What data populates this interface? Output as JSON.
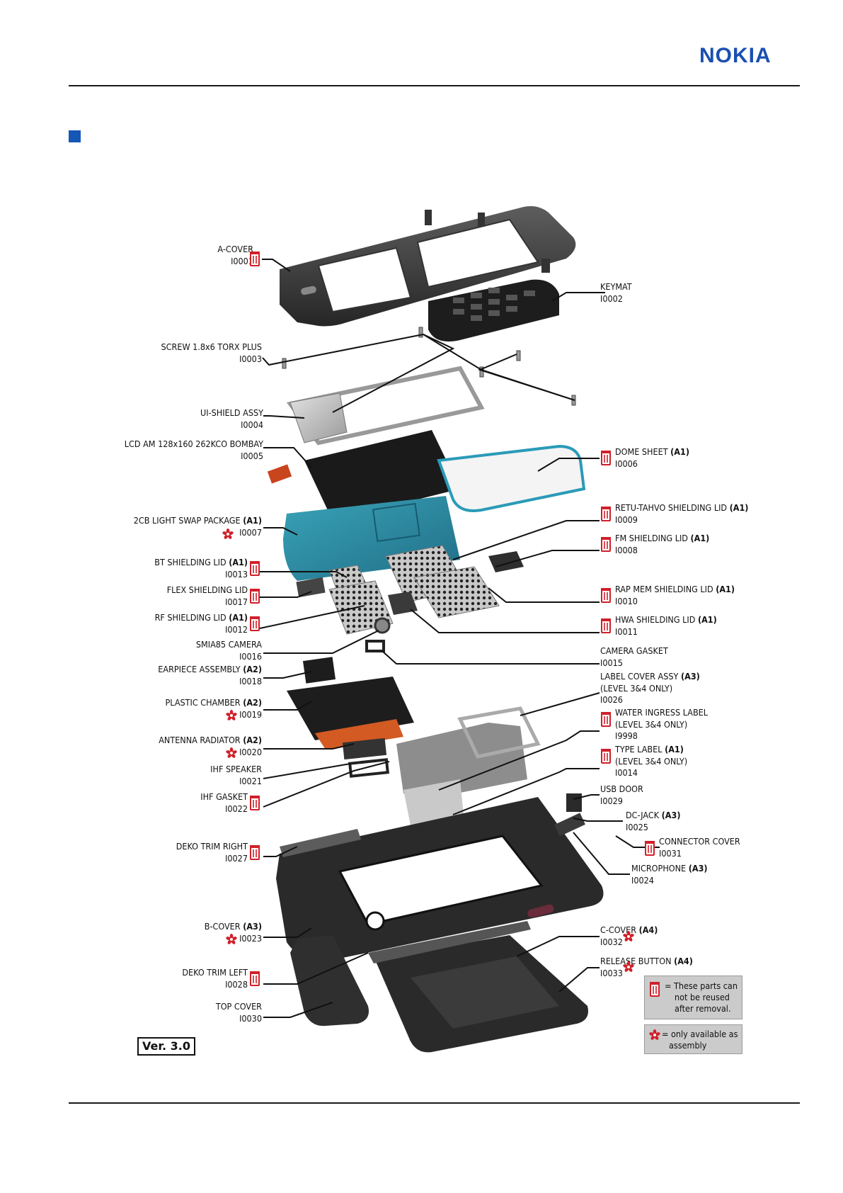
{
  "brand": {
    "name": "NOKIA",
    "color": "#1b4fb1"
  },
  "version": "Ver. 3.0",
  "legend": {
    "bin_text": [
      "= These parts can",
      "not be reused",
      "after removal."
    ],
    "star_text": [
      "=  only available as",
      "assembly"
    ]
  },
  "icons": {
    "bin": "red-bin-icon",
    "star": "red-star-icon"
  },
  "colors": {
    "bin_red": "#d0202a",
    "star_red": "#d0202a",
    "accent_blue": "#1557b7"
  },
  "parts": {
    "a_cover": {
      "name": "A-COVER",
      "code": "I0001"
    },
    "keymat": {
      "name": "KEYMAT",
      "code": "I0002"
    },
    "screw": {
      "name": "SCREW 1.8x6 TORX PLUS",
      "code": "I0003"
    },
    "ui_shield": {
      "name": "UI-SHIELD ASSY",
      "code": "I0004"
    },
    "lcd": {
      "name": "LCD AM 128x160 262KCO BOMBAY",
      "code": "I0005"
    },
    "dome_sheet": {
      "name": "DOME SHEET",
      "tag": "(A1)",
      "code": "I0006"
    },
    "pcb": {
      "name": "2CB LIGHT SWAP PACKAGE",
      "tag": "(A1)",
      "code": "I0007"
    },
    "retu": {
      "name": "RETU-TAHVO SHIELDING LID",
      "tag": "(A1)",
      "code": "I0009"
    },
    "fm": {
      "name": "FM SHIELDING LID",
      "tag": "(A1)",
      "code": "I0008"
    },
    "bt": {
      "name": "BT SHIELDING LID",
      "tag": "(A1)",
      "code": "I0013"
    },
    "flex": {
      "name": "FLEX SHIELDING LID",
      "code": "I0017"
    },
    "rap": {
      "name": "RAP MEM SHIELDING LID",
      "tag": "(A1)",
      "code": "I0010"
    },
    "rf": {
      "name": "RF SHIELDING LID",
      "tag": "(A1)",
      "code": "I0012"
    },
    "hwa": {
      "name": "HWA SHIELDING LID",
      "tag": "(A1)",
      "code": "I0011"
    },
    "camera": {
      "name": "SMIA85 CAMERA",
      "code": "I0016"
    },
    "camera_gasket": {
      "name": "CAMERA GASKET",
      "code": "I0015"
    },
    "earpiece": {
      "name": "EARPIECE ASSEMBLY",
      "tag": "(A2)",
      "code": "I0018"
    },
    "label_cover": {
      "name": "LABEL COVER ASSY",
      "tag": "(A3)",
      "note": "(LEVEL 3&4 ONLY)",
      "code": "I0026"
    },
    "plastic": {
      "name": "PLASTIC CHAMBER",
      "tag": "(A2)",
      "code": "I0019"
    },
    "water": {
      "name": "WATER INGRESS LABEL",
      "note": "(LEVEL 3&4 ONLY)",
      "code": "I9998"
    },
    "antenna": {
      "name": "ANTENNA RADIATOR",
      "tag": "(A2)",
      "code": "I0020"
    },
    "type_label": {
      "name": "TYPE LABEL",
      "tag": "(A1)",
      "note": "(LEVEL 3&4 ONLY)",
      "code": "I0014"
    },
    "ihf_speaker": {
      "name": "IHF SPEAKER",
      "code": "I0021"
    },
    "usb_door": {
      "name": "USB DOOR",
      "code": "I0029"
    },
    "ihf_gasket": {
      "name": "IHF GASKET",
      "code": "I0022"
    },
    "dc_jack": {
      "name": "DC-JACK",
      "tag": "(A3)",
      "code": "I0025"
    },
    "connector_cover": {
      "name": "CONNECTOR COVER",
      "code": "I0031"
    },
    "deko_right": {
      "name": "DEKO TRIM RIGHT",
      "code": "I0027"
    },
    "microphone": {
      "name": "MICROPHONE",
      "tag": "(A3)",
      "code": "I0024"
    },
    "b_cover": {
      "name": "B-COVER",
      "tag": "(A3)",
      "code": "I0023"
    },
    "c_cover": {
      "name": "C-COVER",
      "tag": "(A4)",
      "code": "I0032"
    },
    "release": {
      "name": "RELEASE BUTTON",
      "tag": "(A4)",
      "code": "I0033"
    },
    "deko_left": {
      "name": "DEKO TRIM LEFT",
      "code": "I0028"
    },
    "top_cover": {
      "name": "TOP COVER",
      "code": "I0030"
    }
  }
}
